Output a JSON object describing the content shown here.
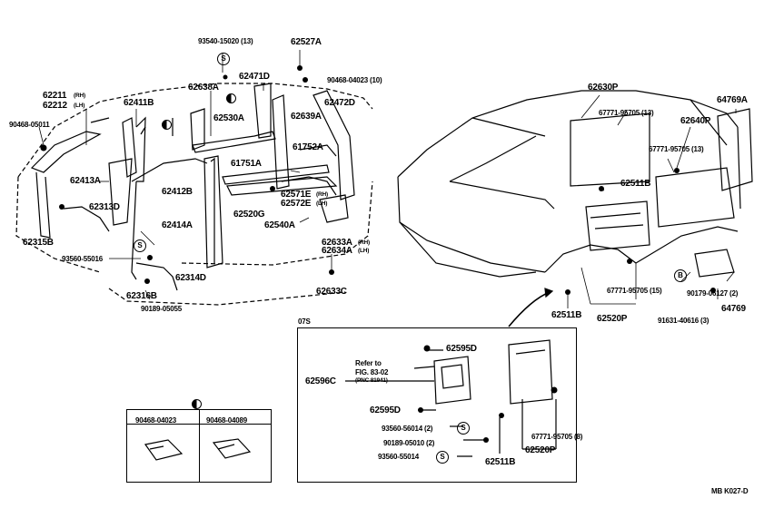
{
  "diagram_code": "MB  K027-D",
  "symbol_s": "S",
  "symbol_b": "B",
  "inset": {
    "title": "07S",
    "refer_line1": "Refer to",
    "refer_line2": "FIG. 83-02",
    "refer_line3": "(PNC 81941)"
  },
  "table": {
    "col1": "90468-04023",
    "col2": "90468-04089"
  },
  "labels": {
    "p93540": "93540-15020 (13)",
    "p62527A": "62527A",
    "p90468_04023": "90468-04023 (10)",
    "p62471D": "62471D",
    "p62638A": "62638A",
    "p62211": "62211",
    "p62211_rh": "(RH)",
    "p62212": "62212",
    "p62212_lh": "(LH)",
    "p62411B": "62411B",
    "p90468_05011": "90468-05011",
    "p62530A": "62530A",
    "p62639A": "62639A",
    "p62472D": "62472D",
    "p61752A": "61752A",
    "p61751A": "61751A",
    "p62413A": "62413A",
    "p62412B": "62412B",
    "p62571E": "62571E",
    "p62571E_rh": "(RH)",
    "p62572E": "62572E",
    "p62572E_lh": "(LH)",
    "p62313D": "62313D",
    "p62520G": "62520G",
    "p62414A": "62414A",
    "p62540A": "62540A",
    "p62315B": "62315B",
    "p62633A": "62633A",
    "p62633A_rh": "(RH)",
    "p62634A": "62634A",
    "p62634A_lh": "(LH)",
    "p93560_55016": "93560-55016",
    "p62314D": "62314D",
    "p62316B": "62316B",
    "p62633C": "62633C",
    "p90189_05055": "90189-05055",
    "p62630P": "62630P",
    "p64769A": "64769A",
    "p67771_13a": "67771-95705 (13)",
    "p62640P": "62640P",
    "p67771_13b": "67771-95705 (13)",
    "p62511B_a": "62511B",
    "p67771_15": "67771-95705 (15)",
    "p90179": "90179-06127 (2)",
    "p62511B_b": "62511B",
    "p62520P_a": "62520P",
    "p91631": "91631-40616 (3)",
    "p64769": "64769",
    "p62595D_a": "62595D",
    "p62596C": "62596C",
    "p62595D_b": "62595D",
    "p93560_56014": "93560-56014 (2)",
    "p90189_05010": "90189-05010 (2)",
    "p93560_55014": "93560-55014",
    "p62511B_c": "62511B",
    "p67771_8": "67771-95705 (8)",
    "p62520P_b": "62520P"
  }
}
